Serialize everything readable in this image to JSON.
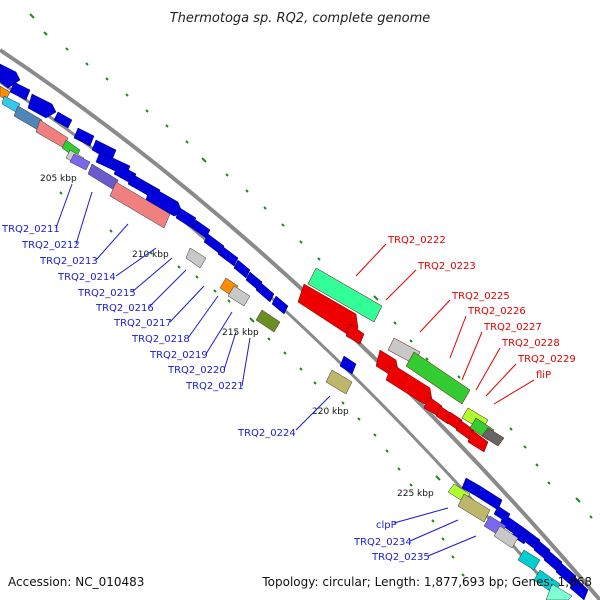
{
  "title": "Thermotoga sp. RQ2, complete genome",
  "footer": {
    "accession": "Accession: NC_010483",
    "topology": "Topology: circular; Length: 1,877,693 bp; Genes: 1,868"
  },
  "colors": {
    "forward_gene": "#0000dd",
    "reverse_gene": "#ee0000",
    "label_left": "#1a1ad0",
    "label_right": "#e00000",
    "backbone": "#8a8a8a",
    "tick": "#1f8a1f"
  },
  "kbp_labels": [
    "205 kbp",
    "210 kbp",
    "215 kbp",
    "220 kbp",
    "225 kbp"
  ],
  "left_labels": [
    "TRQ2_0211",
    "TRQ2_0212",
    "TRQ2_0213",
    "TRQ2_0214",
    "TRQ2_0215",
    "TRQ2_0216",
    "TRQ2_0217",
    "TRQ2_0218",
    "TRQ2_0219",
    "TRQ2_0220",
    "TRQ2_0221",
    "TRQ2_0224"
  ],
  "right_labels": [
    "TRQ2_0222",
    "TRQ2_0223",
    "TRQ2_0225",
    "TRQ2_0226",
    "TRQ2_0227",
    "TRQ2_0228",
    "TRQ2_0229",
    "fliP"
  ],
  "bottom_labels": [
    "clpP",
    "TRQ2_0234",
    "TRQ2_0235"
  ]
}
